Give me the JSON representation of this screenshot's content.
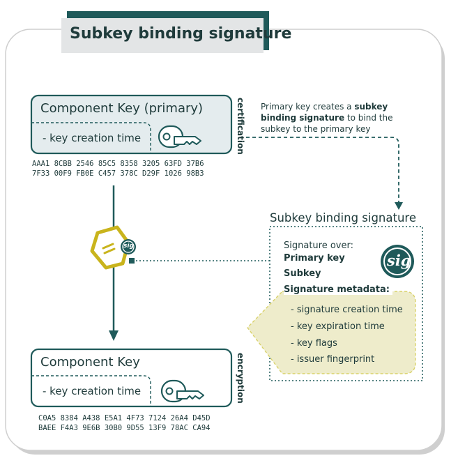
{
  "title": "Subkey binding signature",
  "primary_key": {
    "title": "Component Key (primary)",
    "field": "- key creation time",
    "capability": "certification",
    "fingerprint": [
      "AAA1 8CBB 2546 85C5 8358 3205 63FD 37B6",
      "7F33 00F9 FB0E C457 378C D29F 1026 98B3"
    ]
  },
  "subkey": {
    "title": "Component Key",
    "field": "- key creation time",
    "capability": "encryption",
    "fingerprint": [
      "C0A5 8384 A438 E5A1 4F73 7124 26A4 D45D",
      "BAEE F4A3 9E6B 30B0 9D55 13F9 78AC CA94"
    ]
  },
  "note": {
    "before": "Primary key creates a ",
    "bold": "subkey binding signature",
    "after": " to bind the subkey to the primary key"
  },
  "signature": {
    "title": "Subkey binding signature",
    "over": "Signature over:",
    "items": [
      "Primary key",
      "Subkey",
      "Signature metadata:"
    ],
    "metadata": [
      "- signature creation time",
      "- key expiration time",
      "- key flags",
      "- issuer fingerprint"
    ],
    "seal": "sig"
  },
  "tag_seal": "sig",
  "colors": {
    "teal": "#1f5a5a",
    "dark": "#1f3b3b",
    "key_bg": "#e4ecee",
    "meta_bg": "#eeeccb",
    "meta_border": "#d9d26a",
    "tag": "#c9b41c"
  }
}
